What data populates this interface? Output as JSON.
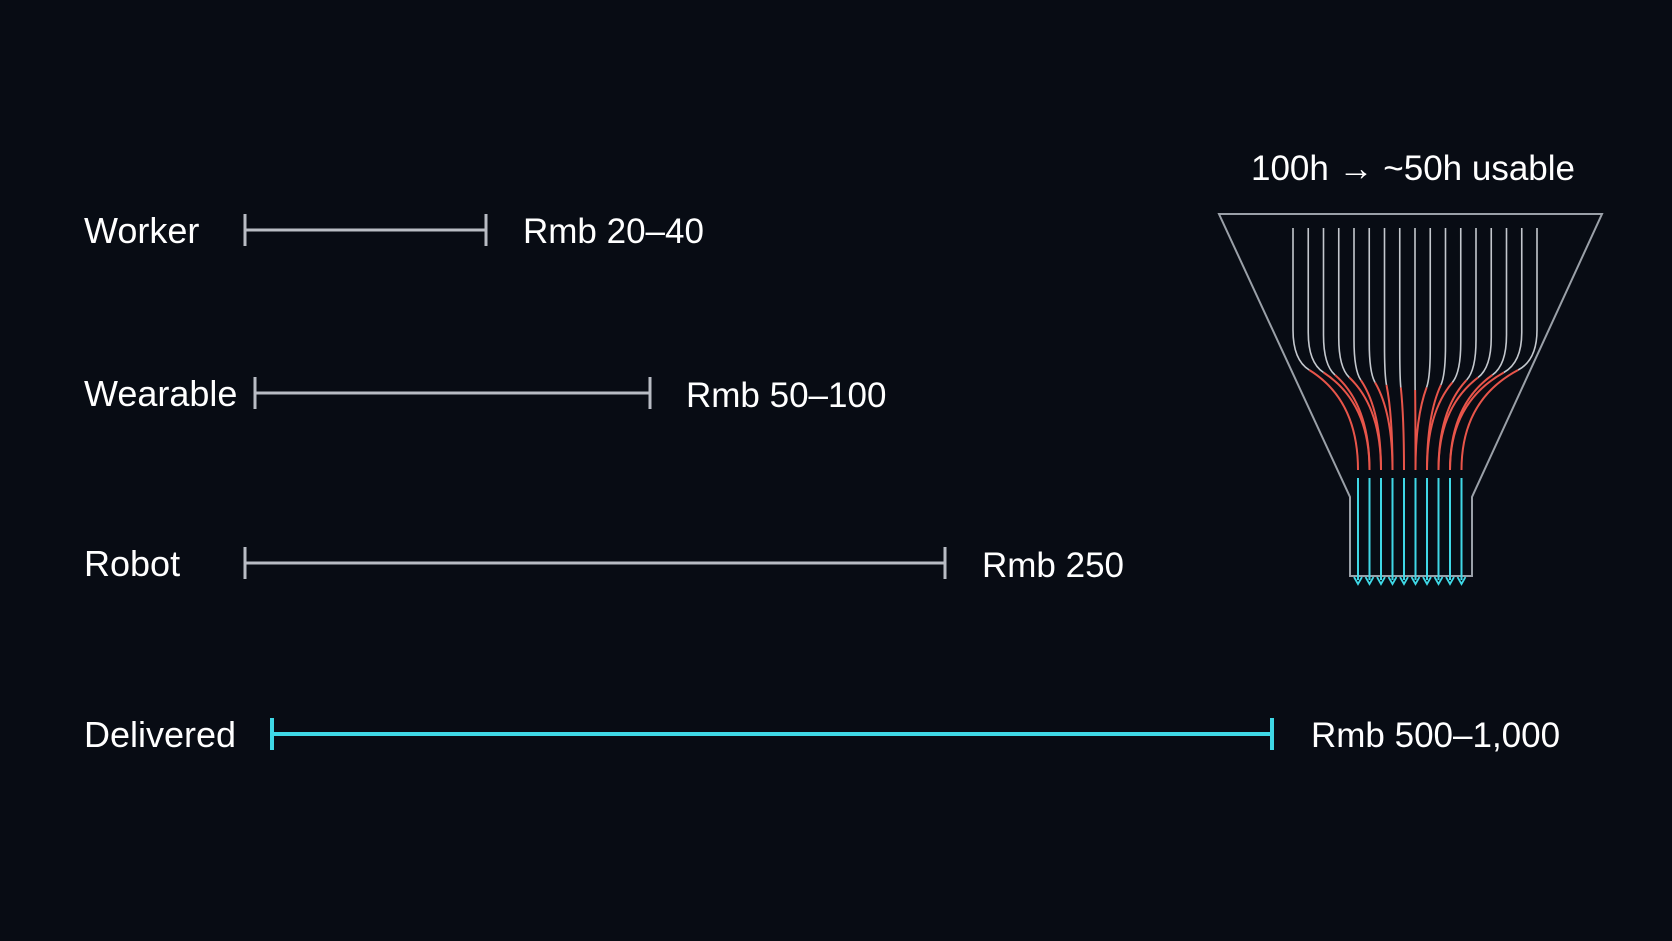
{
  "rows": [
    {
      "label": "Worker",
      "value": "Rmb 20–40",
      "color": "#b8bcc4"
    },
    {
      "label": "Wearable",
      "value": "Rmb 50–100",
      "color": "#b8bcc4"
    },
    {
      "label": "Robot",
      "value": "Rmb 250",
      "color": "#b8bcc4"
    },
    {
      "label": "Delivered",
      "value": "Rmb 500–1,000",
      "color": "#3fd8e6"
    }
  ],
  "funnel": {
    "title": "100h → ~50h usable",
    "input_lines": 17,
    "output_lines": 10,
    "colors": {
      "outline": "#9aa0a8",
      "input": "#c4c8ce",
      "filtered": "#e8554a",
      "output": "#3fd8e6"
    }
  },
  "colors": {
    "background": "#080c14",
    "text": "#ffffff"
  }
}
